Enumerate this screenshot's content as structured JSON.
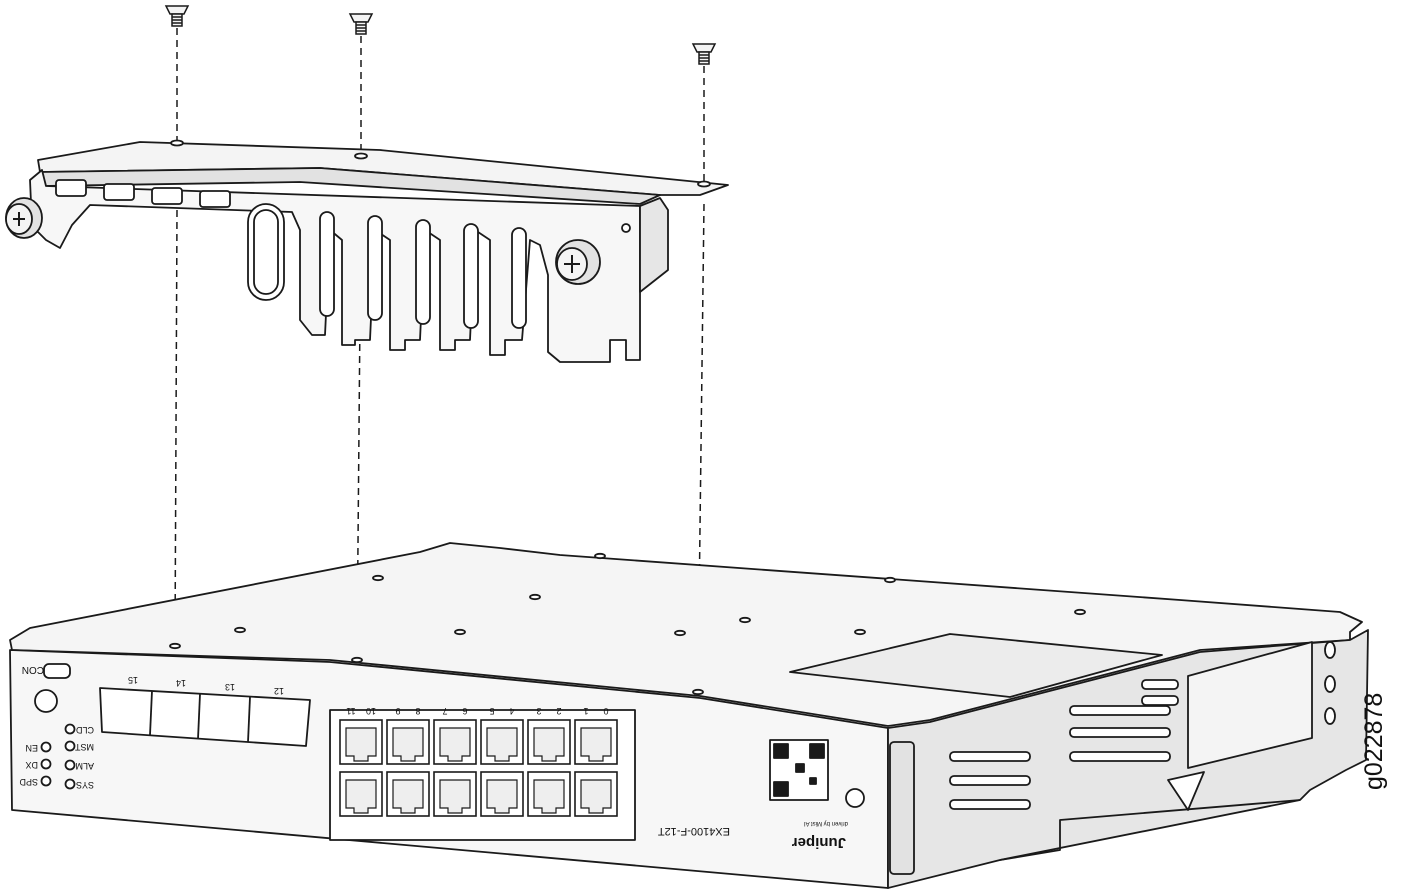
{
  "figure_id": "g022878",
  "device": {
    "model": "EX4100-F-12T",
    "brand": "Juniper",
    "tagline": "driven by Mist AI",
    "console_label": "CON",
    "sfp_labels": [
      "15",
      "14",
      "13",
      "12"
    ],
    "rj45_labels": [
      "11",
      "10",
      "9",
      "8",
      "7",
      "6",
      "5",
      "4",
      "3",
      "2",
      "1",
      "0"
    ],
    "led_left": [
      "EN",
      "DX",
      "SPD"
    ],
    "led_right": [
      "CLD",
      "MST",
      "ALM",
      "SYS"
    ]
  },
  "colors": {
    "stroke": "#1a1a1a",
    "fill_light": "#f4f4f4",
    "fill_mid": "#e2e2e2",
    "fill_dark": "#c8c8c8"
  }
}
